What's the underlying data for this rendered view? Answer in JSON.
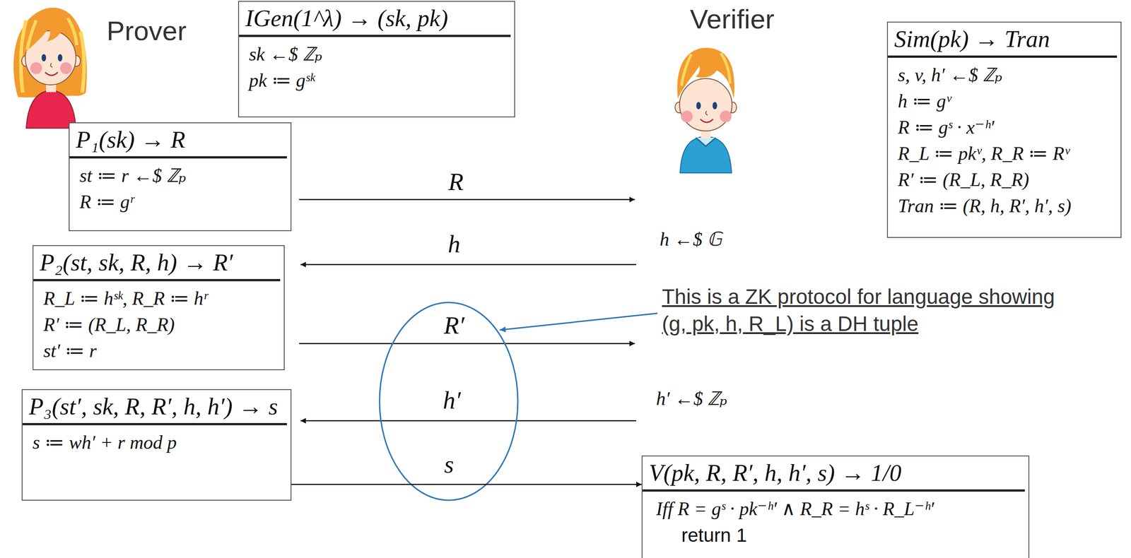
{
  "diagram": {
    "nodes": [
      {
        "text": [
          "IGen(1^λ) → (sk, pk)",
          "sk ←$ ℤₚ",
          "pk ≔ gˢᵏ"
        ]
      },
      {
        "text": [
          "Sim(pk) → Tran",
          "s, v, h′ ←$ ℤₚ",
          "h ≔ gᵛ",
          "R ≔ gˢ · x⁻ʰ′",
          "R_L ≔ pkᵛ, R_R ≔ Rᵛ",
          "R′ ≔ (R_L, R_R)",
          "Tran ≔ (R, h, R′, h′, s)"
        ]
      },
      {
        "text": [
          "P₁(sk) → R",
          "st ≔ r ←$ ℤₚ",
          "R ≔ gʳ"
        ]
      },
      {
        "text": [
          "P₂(st, sk, R, h) → R′",
          "R_L ≔ hˢᵏ, R_R ≔ hʳ",
          "R′ ≔ (R_L, R_R)",
          "st′ ≔ r"
        ]
      },
      {
        "text": [
          "P₃(st′, sk, R, R′, h, h′) → s",
          "s ≔ wh′ + r mod p"
        ]
      },
      {
        "text": [
          "V(pk, R, R′, h, h′, s) → 1/0",
          "Iff R = gˢ · pk⁻ʰ′ ∧ R_R = hˢ · R_L⁻ʰ′",
          "return 1"
        ]
      }
    ],
    "edges": [
      {
        "from": 4,
        "to": 5,
        "label": "s",
        "arrow": "to"
      }
    ],
    "labels": [
      "Prover",
      "Verifier",
      "R",
      "h",
      "R′",
      "h′",
      "h ←$ 𝔾",
      "h′ ←$ ℤₚ",
      "This is a ZK protocol for language showing (g, pk, h, R_L) is a DH tuple"
    ]
  }
}
